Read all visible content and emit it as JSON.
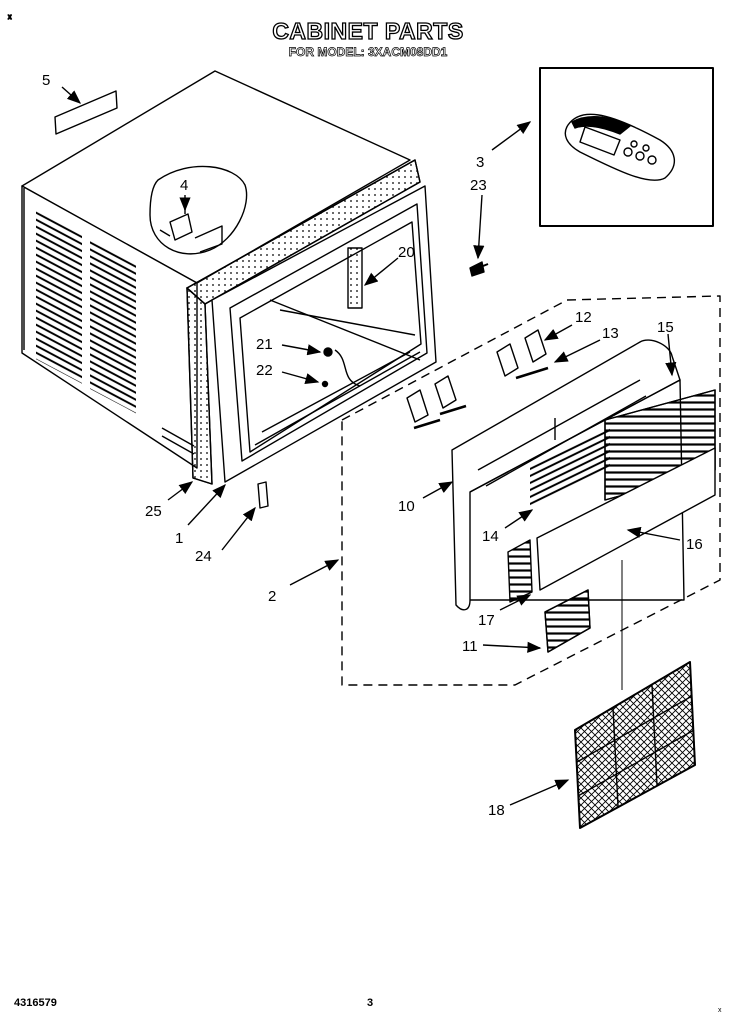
{
  "header": {
    "title": "CABINET PARTS",
    "subtitle": "FOR MODEL: 3XACM08DD1"
  },
  "callouts": {
    "p1": "1",
    "p2": "2",
    "p3": "3",
    "p4": "4",
    "p5": "5",
    "p10": "10",
    "p11": "11",
    "p12": "12",
    "p13": "13",
    "p14": "14",
    "p15": "15",
    "p16": "16",
    "p17": "17",
    "p18": "18",
    "p20": "20",
    "p21": "21",
    "p22": "22",
    "p23": "23",
    "p24": "24",
    "p25": "25"
  },
  "footer": {
    "part_number": "4316579",
    "page": "3",
    "corner_mark": "x"
  }
}
